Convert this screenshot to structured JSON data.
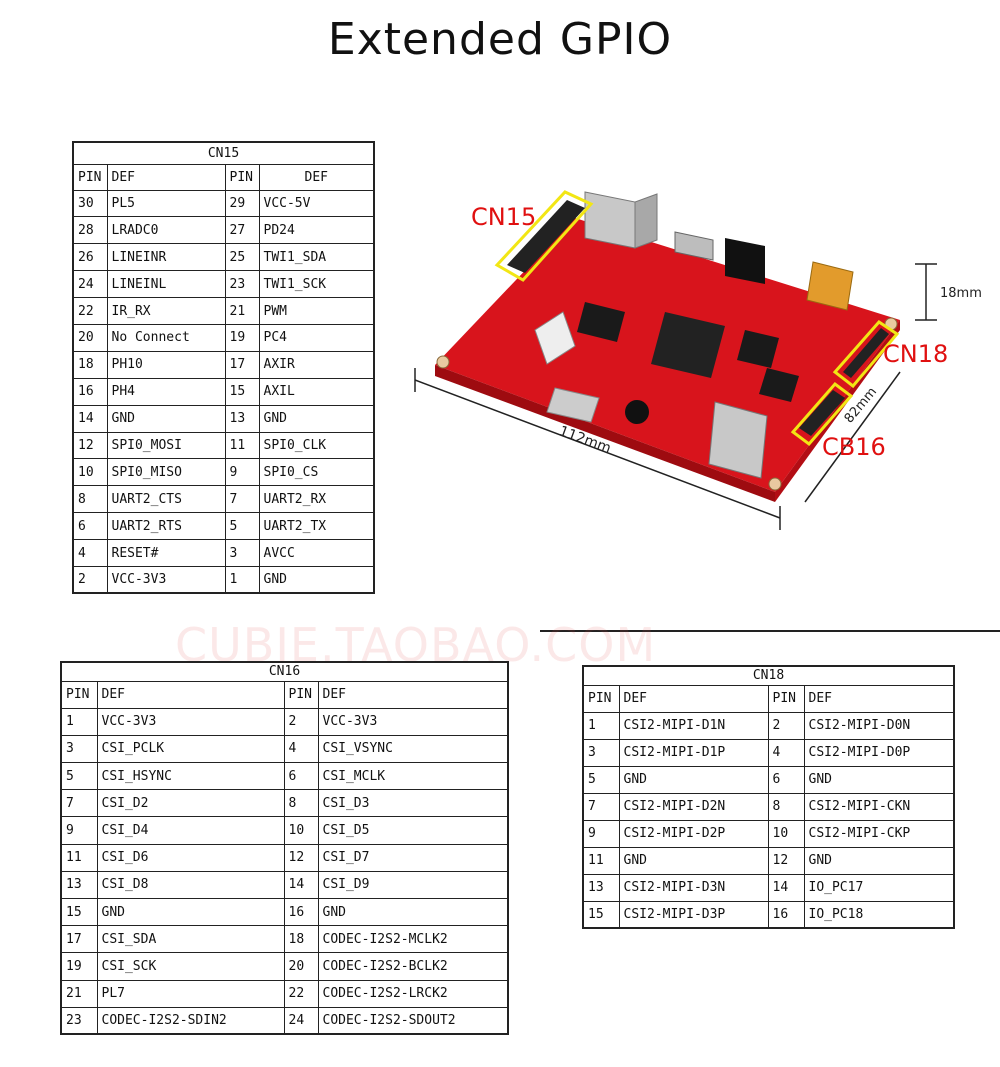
{
  "title": "Extended GPIO",
  "watermark": "CUBIE.TAOBAO.COM",
  "headers": {
    "pin": "PIN",
    "def": "DEF"
  },
  "board_labels": {
    "cn15": "CN15",
    "cn18": "CN18",
    "cb16": "CB16",
    "length": "112mm",
    "width": "82mm",
    "height": "18mm"
  },
  "cn15": {
    "caption": "CN15",
    "rows": [
      [
        "30",
        "PL5",
        "29",
        "VCC-5V"
      ],
      [
        "28",
        "LRADC0",
        "27",
        "PD24"
      ],
      [
        "26",
        "LINEINR",
        "25",
        "TWI1_SDA"
      ],
      [
        "24",
        "LINEINL",
        "23",
        "TWI1_SCK"
      ],
      [
        "22",
        "IR_RX",
        "21",
        "PWM"
      ],
      [
        "20",
        "No Connect",
        "19",
        "PC4"
      ],
      [
        "18",
        "PH10",
        "17",
        "AXIR"
      ],
      [
        "16",
        "PH4",
        "15",
        "AXIL"
      ],
      [
        "14",
        "GND",
        "13",
        "GND"
      ],
      [
        "12",
        "SPI0_MOSI",
        "11",
        "SPI0_CLK"
      ],
      [
        "10",
        "SPI0_MISO",
        "9",
        "SPI0_CS"
      ],
      [
        "8",
        "UART2_CTS",
        "7",
        "UART2_RX"
      ],
      [
        "6",
        "UART2_RTS",
        "5",
        "UART2_TX"
      ],
      [
        "4",
        "RESET#",
        "3",
        "AVCC"
      ],
      [
        "2",
        "VCC-3V3",
        "1",
        "GND"
      ]
    ]
  },
  "cn16": {
    "caption": "CN16",
    "rows": [
      [
        "1",
        "VCC-3V3",
        "2",
        "VCC-3V3"
      ],
      [
        "3",
        "CSI_PCLK",
        "4",
        "CSI_VSYNC"
      ],
      [
        "5",
        "CSI_HSYNC",
        "6",
        "CSI_MCLK"
      ],
      [
        "7",
        "CSI_D2",
        "8",
        "CSI_D3"
      ],
      [
        "9",
        "CSI_D4",
        "10",
        "CSI_D5"
      ],
      [
        "11",
        "CSI_D6",
        "12",
        "CSI_D7"
      ],
      [
        "13",
        "CSI_D8",
        "14",
        "CSI_D9"
      ],
      [
        "15",
        "GND",
        "16",
        "GND"
      ],
      [
        "17",
        "CSI_SDA",
        "18",
        "CODEC-I2S2-MCLK2"
      ],
      [
        "19",
        "CSI_SCK",
        "20",
        "CODEC-I2S2-BCLK2"
      ],
      [
        "21",
        "PL7",
        "22",
        "CODEC-I2S2-LRCK2"
      ],
      [
        "23",
        "CODEC-I2S2-SDIN2",
        "24",
        "CODEC-I2S2-SDOUT2"
      ]
    ]
  },
  "cn18": {
    "caption": "CN18",
    "rows": [
      [
        "1",
        "CSI2-MIPI-D1N",
        "2",
        "CSI2-MIPI-D0N"
      ],
      [
        "3",
        "CSI2-MIPI-D1P",
        "4",
        "CSI2-MIPI-D0P"
      ],
      [
        "5",
        "GND",
        "6",
        "GND"
      ],
      [
        "7",
        "CSI2-MIPI-D2N",
        "8",
        "CSI2-MIPI-CKN"
      ],
      [
        "9",
        "CSI2-MIPI-D2P",
        "10",
        "CSI2-MIPI-CKP"
      ],
      [
        "11",
        "GND",
        "12",
        "GND"
      ],
      [
        "13",
        "CSI2-MIPI-D3N",
        "14",
        "IO_PC17"
      ],
      [
        "15",
        "CSI2-MIPI-D3P",
        "16",
        "IO_PC18"
      ]
    ]
  },
  "colors": {
    "board_red": "#d8141c",
    "annotation_red": "#e01010",
    "highlight_yellow": "#f2e614",
    "line": "#222222"
  }
}
